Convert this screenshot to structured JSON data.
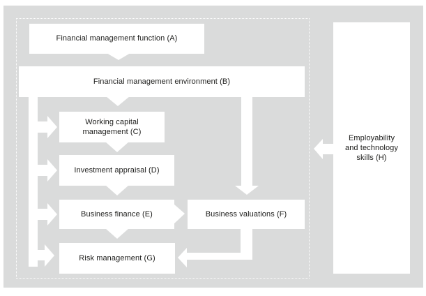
{
  "diagram": {
    "type": "flow-diagram",
    "nodes": {
      "a": {
        "id": "A",
        "label": "Financial management function (A)"
      },
      "b": {
        "id": "B",
        "label": "Financial management environment (B)"
      },
      "c": {
        "id": "C",
        "label": "Working capital management (C)"
      },
      "d": {
        "id": "D",
        "label": "Investment appraisal (D)"
      },
      "e": {
        "id": "E",
        "label": "Business finance (E)"
      },
      "f": {
        "id": "F",
        "label": "Business valuations (F)"
      },
      "g": {
        "id": "G",
        "label": "Risk management (G)"
      },
      "h": {
        "id": "H",
        "label": "Employability and technology skills (H)"
      }
    },
    "edges": [
      "A -> B (down arrow)",
      "B -> C (down arrow)",
      "C -> D (down arrow)",
      "D -> E (down arrow)",
      "E -> G (down arrow)",
      "B -> C (left trunk branch)",
      "B -> D (left trunk branch)",
      "B -> E (left trunk branch)",
      "B -> G (left trunk branch)",
      "B -> F (long down arrow)",
      "E -> F (right arrow)",
      "F -> G (elbow left arrow)",
      "H -> diagram (left arrow)"
    ],
    "colors": {
      "canvas_background": "#dadbdb",
      "box_background": "#ffffff",
      "arrow": "#ffffff",
      "text": "#1d1d1b",
      "dotted_border": "#ffffff",
      "page_background": "#ffffff"
    }
  }
}
